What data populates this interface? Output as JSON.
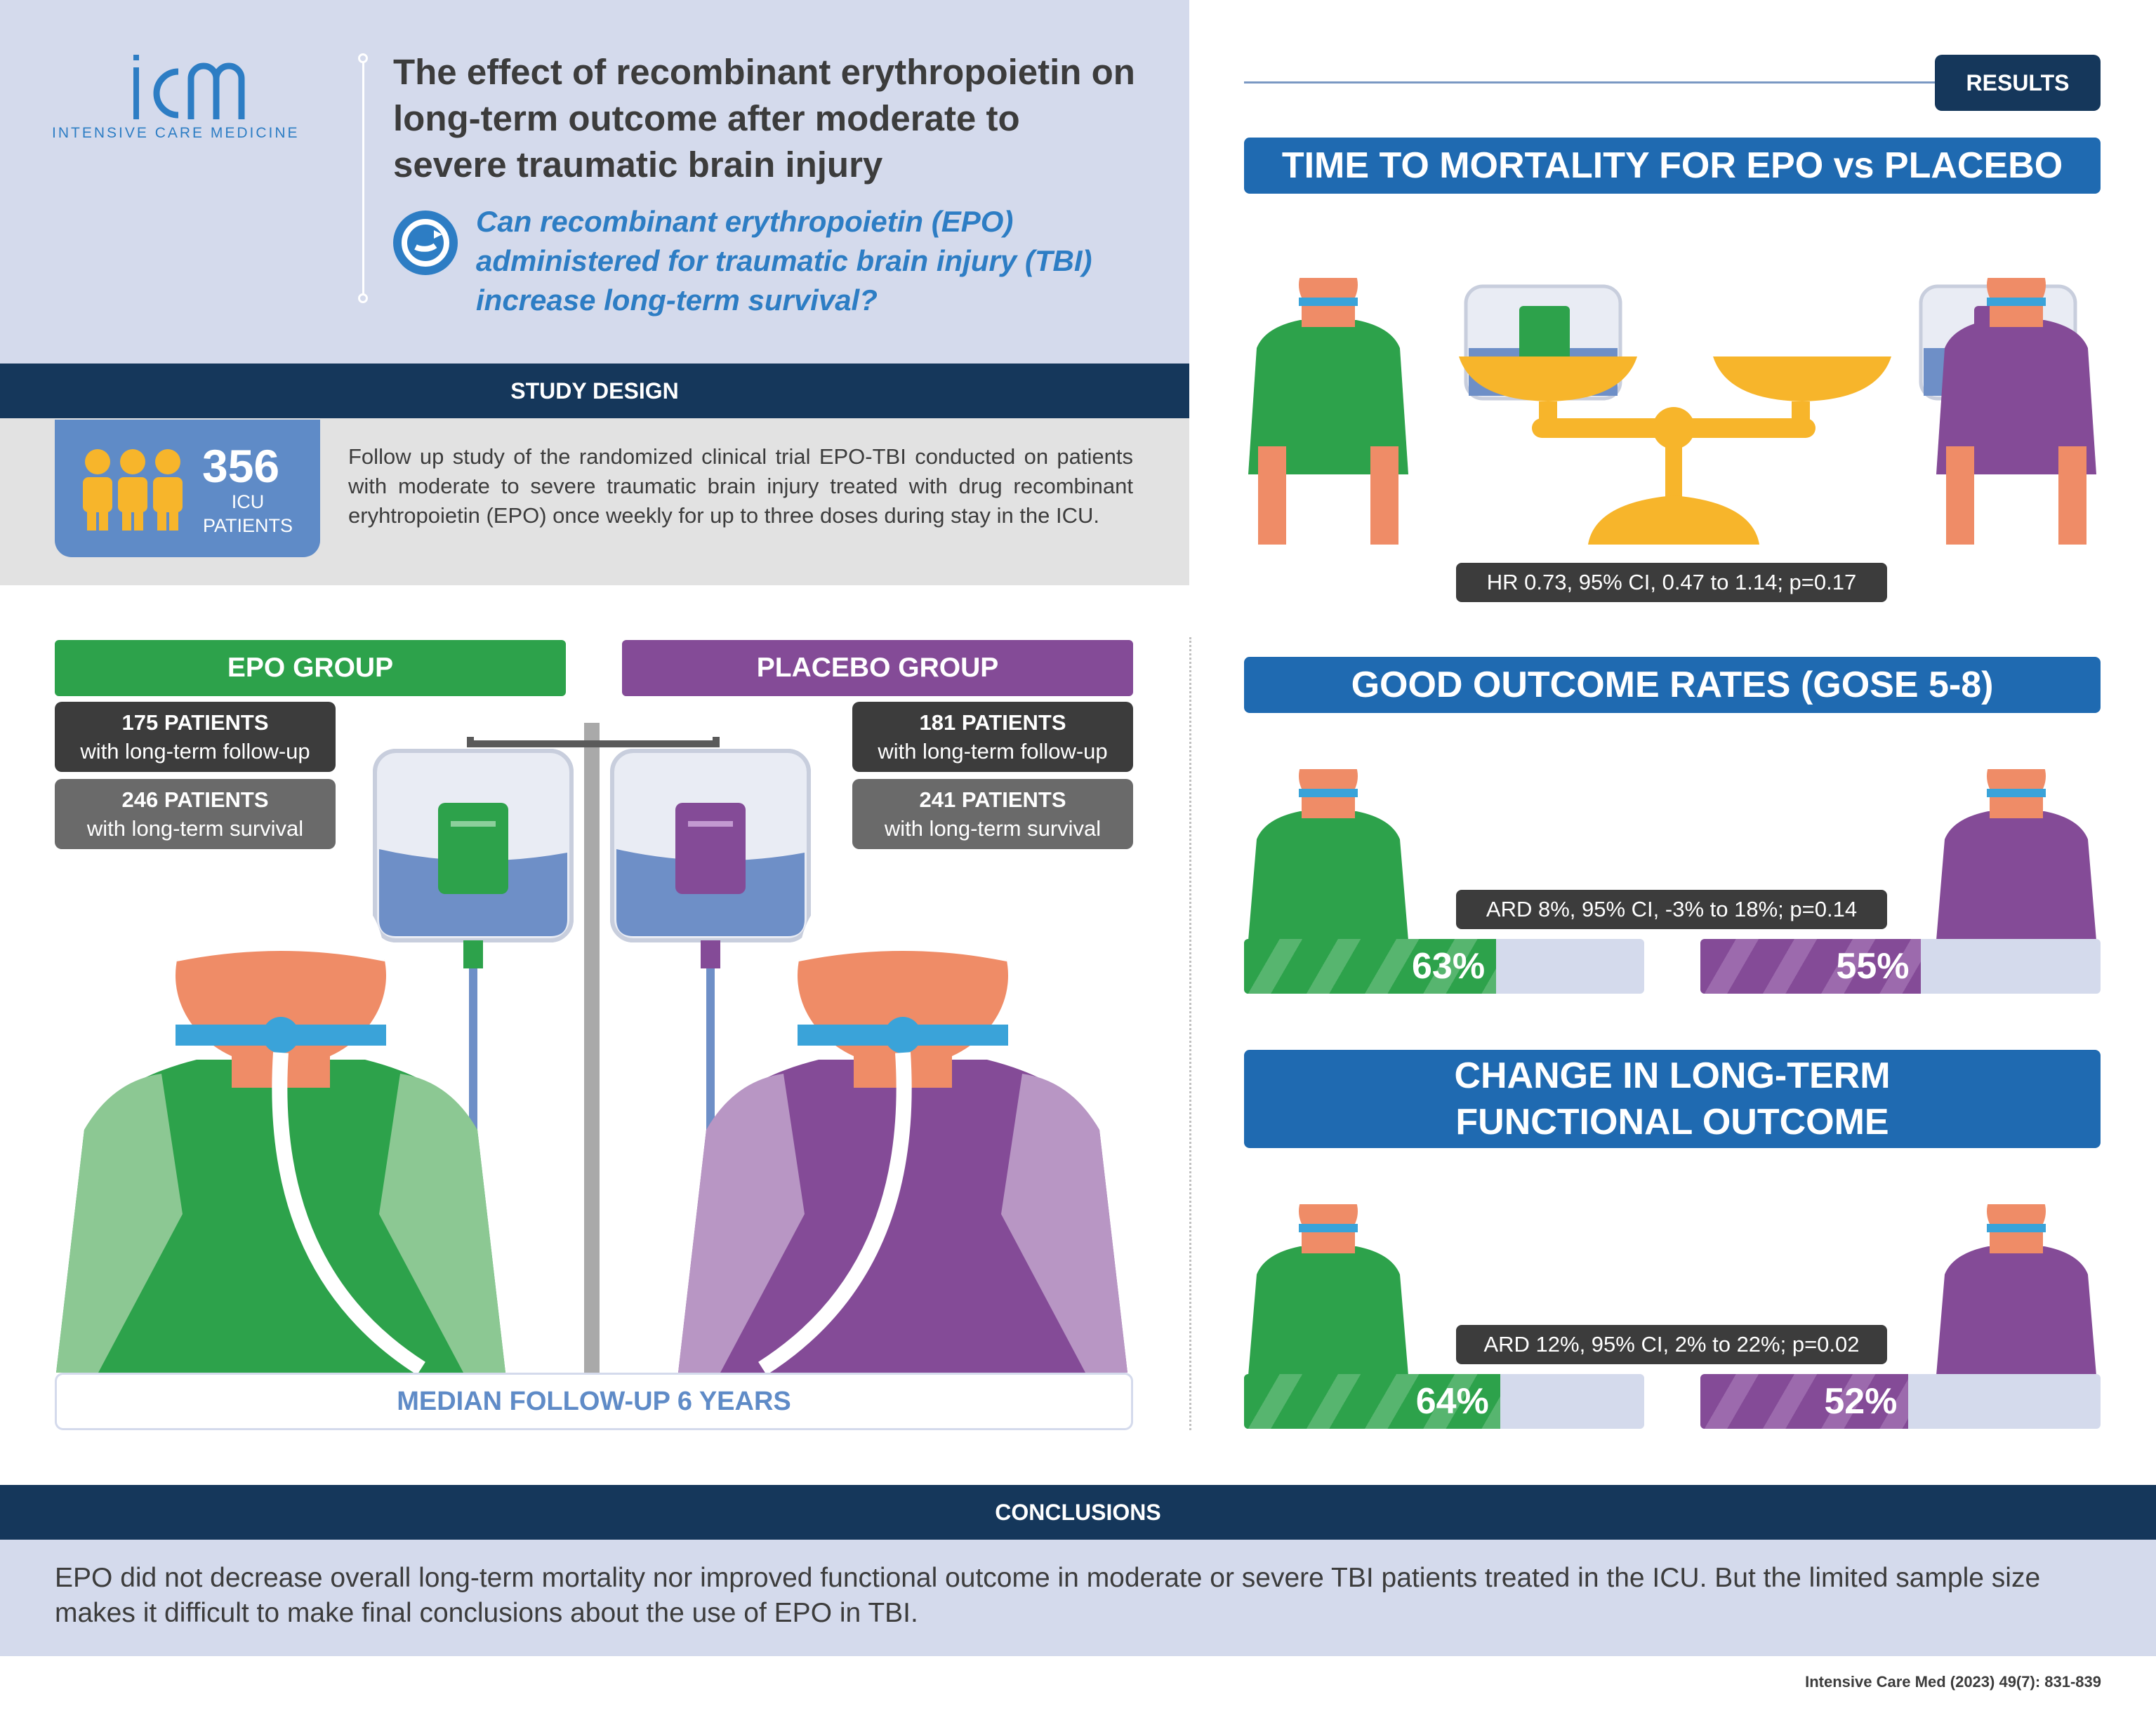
{
  "header": {
    "logo_text": "icm",
    "logo_subtitle": "INTENSIVE CARE MEDICINE",
    "title": "The effect of recombinant erythropoietin on long-term outcome after moderate to severe traumatic brain injury",
    "question": "Can recombinant erythropoietin (EPO) administered for traumatic brain injury (TBI) increase long-term survival?"
  },
  "study_design": {
    "heading": "STUDY DESIGN",
    "patients_count": "356",
    "patients_label": "ICU PATIENTS",
    "description": "Follow up study of the randomized clinical trial EPO-TBI conducted on patients with moderate to severe traumatic brain injury treated with drug recombinant eryhtropoietin (EPO) once weekly for up to three doses during stay in the ICU."
  },
  "groups": {
    "epo": {
      "heading": "EPO GROUP",
      "followup_count": "175 PATIENTS",
      "followup_label": "with long-term follow-up",
      "survival_count": "246 PATIENTS",
      "survival_label": "with long-term survival",
      "color": "#2da24b"
    },
    "placebo": {
      "heading": "PLACEBO GROUP",
      "followup_count": "181 PATIENTS",
      "followup_label": "with long-term follow-up",
      "survival_count": "241 PATIENTS",
      "survival_label": "with long-term survival",
      "color": "#844b97"
    },
    "median_followup": "MEDIAN FOLLOW-UP 6 YEARS"
  },
  "results": {
    "tag": "RESULTS",
    "mortality": {
      "heading": "TIME TO MORTALITY FOR EPO vs PLACEBO",
      "stat": "HR 0.73, 95% CI, 0.47 to 1.14; p=0.17"
    },
    "good_outcome": {
      "heading": "GOOD OUTCOME RATES (GOSE 5-8)",
      "stat": "ARD 8%, 95% CI, -3% to 18%; p=0.14",
      "epo_pct": "63%",
      "epo_value": 63,
      "placebo_pct": "55%",
      "placebo_value": 55
    },
    "functional": {
      "heading_line1": "CHANGE IN LONG-TERM",
      "heading_line2": "FUNCTIONAL OUTCOME",
      "stat": "ARD 12%, 95% CI, 2% to 22%; p=0.02",
      "epo_pct": "64%",
      "epo_value": 64,
      "placebo_pct": "52%",
      "placebo_value": 52
    }
  },
  "conclusions": {
    "heading": "CONCLUSIONS",
    "text": "EPO did not decrease overall long-term mortality nor improved functional outcome in moderate or severe TBI patients treated in the ICU. But the limited sample size makes it difficult to make final conclusions about the use of EPO in TBI."
  },
  "citation": "Intensive Care Med (2023) 49(7): 831-839",
  "colors": {
    "navy": "#15375b",
    "blue": "#1f6ab1",
    "green": "#2da24b",
    "purple": "#844b97",
    "header_bg": "#d4daec"
  }
}
